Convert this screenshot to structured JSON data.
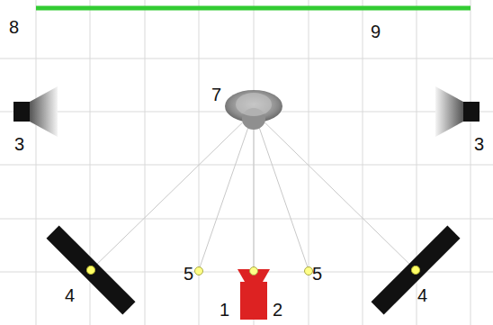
{
  "diagram": {
    "labels": [
      "8",
      "9",
      "7",
      "3",
      "3",
      "5",
      "5",
      "4",
      "4",
      "1",
      "2"
    ]
  }
}
